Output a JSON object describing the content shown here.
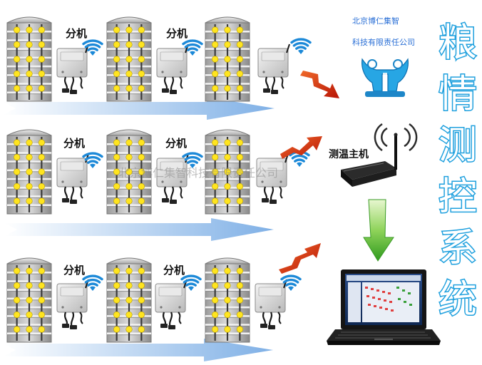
{
  "title_vertical": [
    "粮",
    "情",
    "测",
    "控",
    "系",
    "统"
  ],
  "company_line1": "北京博仁集智",
  "company_line2": "科技有限责任公司",
  "watermark": "北京博仁集智科技有限责任公司",
  "host_label": "测温主机",
  "substation_label": "分机",
  "colors": {
    "accent_blue": "#1fa0de",
    "arrow_blue": "#7fb0e6",
    "bolt_red": "#d42a0e",
    "arrow_green": "#4fb82e",
    "sensor_yellow": "#ffe51f"
  },
  "icons": [
    "silo-icon",
    "sensor-box-icon",
    "wifi-signal-icon",
    "router-icon",
    "laptop-icon",
    "company-logo-icon",
    "lightning-arrow-icon",
    "down-arrow-icon"
  ]
}
